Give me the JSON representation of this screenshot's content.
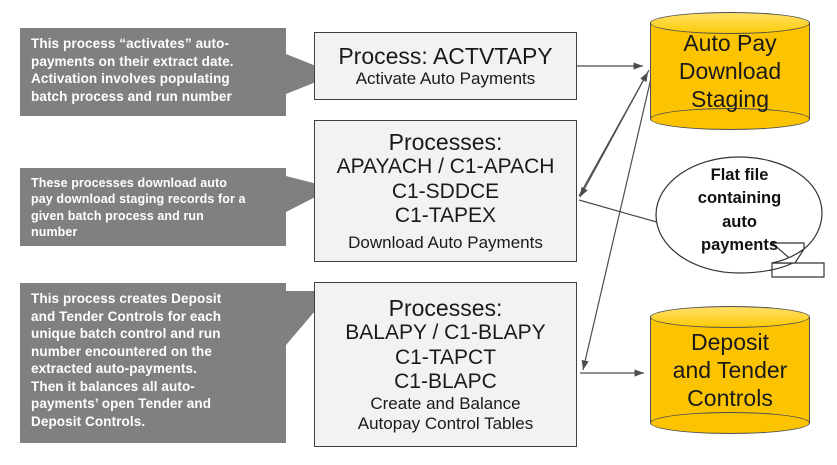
{
  "callouts": [
    {
      "name": "activate-note",
      "lines": [
        "This process “activates” auto-",
        "payments on their extract date.",
        "Activation involves populating",
        "batch process and run number"
      ]
    },
    {
      "name": "download-note",
      "lines": [
        "These processes download   auto",
        "pay download staging records for a",
        "given batch process and run",
        "number"
      ]
    },
    {
      "name": "balance-note",
      "lines": [
        "This process creates Deposit",
        "and Tender Controls for each",
        "unique batch control and run",
        "number encountered on the",
        "extracted auto-payments.",
        "Then it balances all auto-",
        "payments’ open Tender and",
        "Deposit Controls."
      ]
    }
  ],
  "process_boxes": [
    {
      "name": "activate-auto-payments",
      "header": "Process: ACTVTAPY",
      "codes": [],
      "sublines": [
        "Activate Auto Payments"
      ]
    },
    {
      "name": "download-auto-payments",
      "header": "Processes:",
      "codes": [
        "APAYACH / C1-APACH",
        "C1-SDDCE",
        "C1-TAPEX"
      ],
      "sublines": [
        "Download Auto Payments"
      ]
    },
    {
      "name": "create-balance-autopay-control-tables",
      "header": "Processes:",
      "codes": [
        "BALAPY / C1-BLAPY",
        "C1-TAPCT",
        "C1-BLAPC"
      ],
      "sublines": [
        "Create and Balance",
        "Autopay Control Tables"
      ]
    }
  ],
  "datastores": [
    {
      "name": "auto-pay-download-staging",
      "lines": [
        "Auto Pay",
        "Download",
        "Staging"
      ]
    },
    {
      "name": "deposit-and-tender-controls",
      "lines": [
        "Deposit",
        "and Tender",
        "Controls"
      ]
    }
  ],
  "flat_file": {
    "name": "flat-file-bubble",
    "lines": [
      "Flat file",
      "containing",
      "auto",
      "payments"
    ]
  },
  "colors": {
    "callout_fill": "#808080",
    "callout_text": "#ffffff",
    "process_fill": "#f2f2f2",
    "process_border": "#404040",
    "cylinder_fill": "#fcc400",
    "cylinder_top": "#ffe066",
    "cylinder_border": "#4d4d4d",
    "arrow": "#595959",
    "bubble_border": "#333333"
  }
}
